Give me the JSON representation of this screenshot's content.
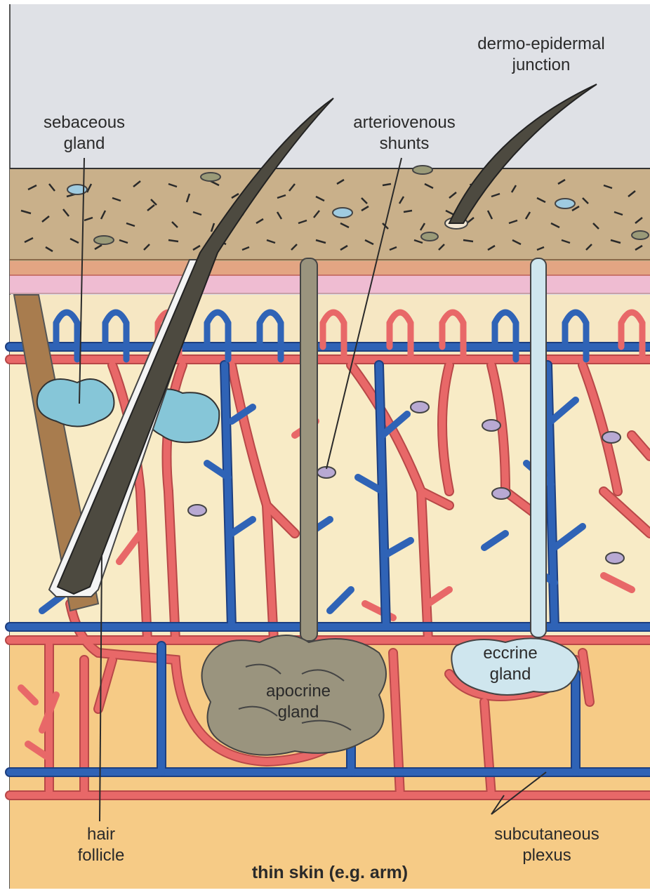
{
  "labels": {
    "dermo_epidermal": [
      "dermo-epidermal",
      "junction"
    ],
    "sebaceous": [
      "sebaceous",
      "gland"
    ],
    "arteriovenous": [
      "arteriovenous",
      "shunts"
    ],
    "eccrine": [
      "eccrine",
      "gland"
    ],
    "apocrine": [
      "apocrine",
      "gland"
    ],
    "hair_follicle": [
      "hair",
      "follicle"
    ],
    "subcutaneous": [
      "subcutaneous",
      "plexus"
    ]
  },
  "caption": "thin skin (e.g. arm)",
  "colors": {
    "sky": "#dfe1e6",
    "epidermis": "#c9b08a",
    "papillary": "#f6e7c3",
    "pink_band": "#efbcd2",
    "reticular": "#f8ebc6",
    "subcutis": "#f6cb86",
    "artery": "#e86868",
    "vein": "#2f63b6",
    "hair": "#4d4a40",
    "apocrine": "#9a947e",
    "eccrine": "#cfe6ee",
    "sebaceous": "#86c6d8",
    "shunt": "#b8a9d3"
  }
}
